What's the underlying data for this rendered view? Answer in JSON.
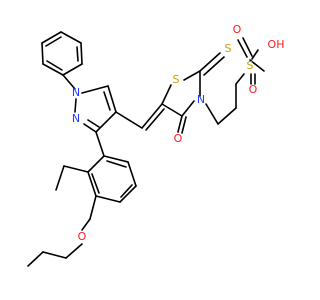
{
  "molecule": {
    "atoms": {
      "n1": {
        "symbol": "N",
        "color": "#1f3cff"
      },
      "n2": {
        "symbol": "N",
        "color": "#1f3cff"
      },
      "n3": {
        "symbol": "N",
        "color": "#1f3cff"
      },
      "s_ring": {
        "symbol": "S",
        "color": "#c9a200"
      },
      "s_thione": {
        "symbol": "S",
        "color": "#c9a200"
      },
      "s_sulfo": {
        "symbol": "S",
        "color": "#c9a200"
      },
      "o_carbonyl": {
        "symbol": "O",
        "color": "#ff1a1a"
      },
      "o_ether": {
        "symbol": "O",
        "color": "#ff1a1a"
      },
      "o_sulfo1": {
        "symbol": "O",
        "color": "#ff1a1a"
      },
      "o_sulfo2": {
        "symbol": "O",
        "color": "#ff1a1a"
      },
      "oh": {
        "symbol": "OH",
        "color": "#ff1a1a"
      }
    }
  }
}
